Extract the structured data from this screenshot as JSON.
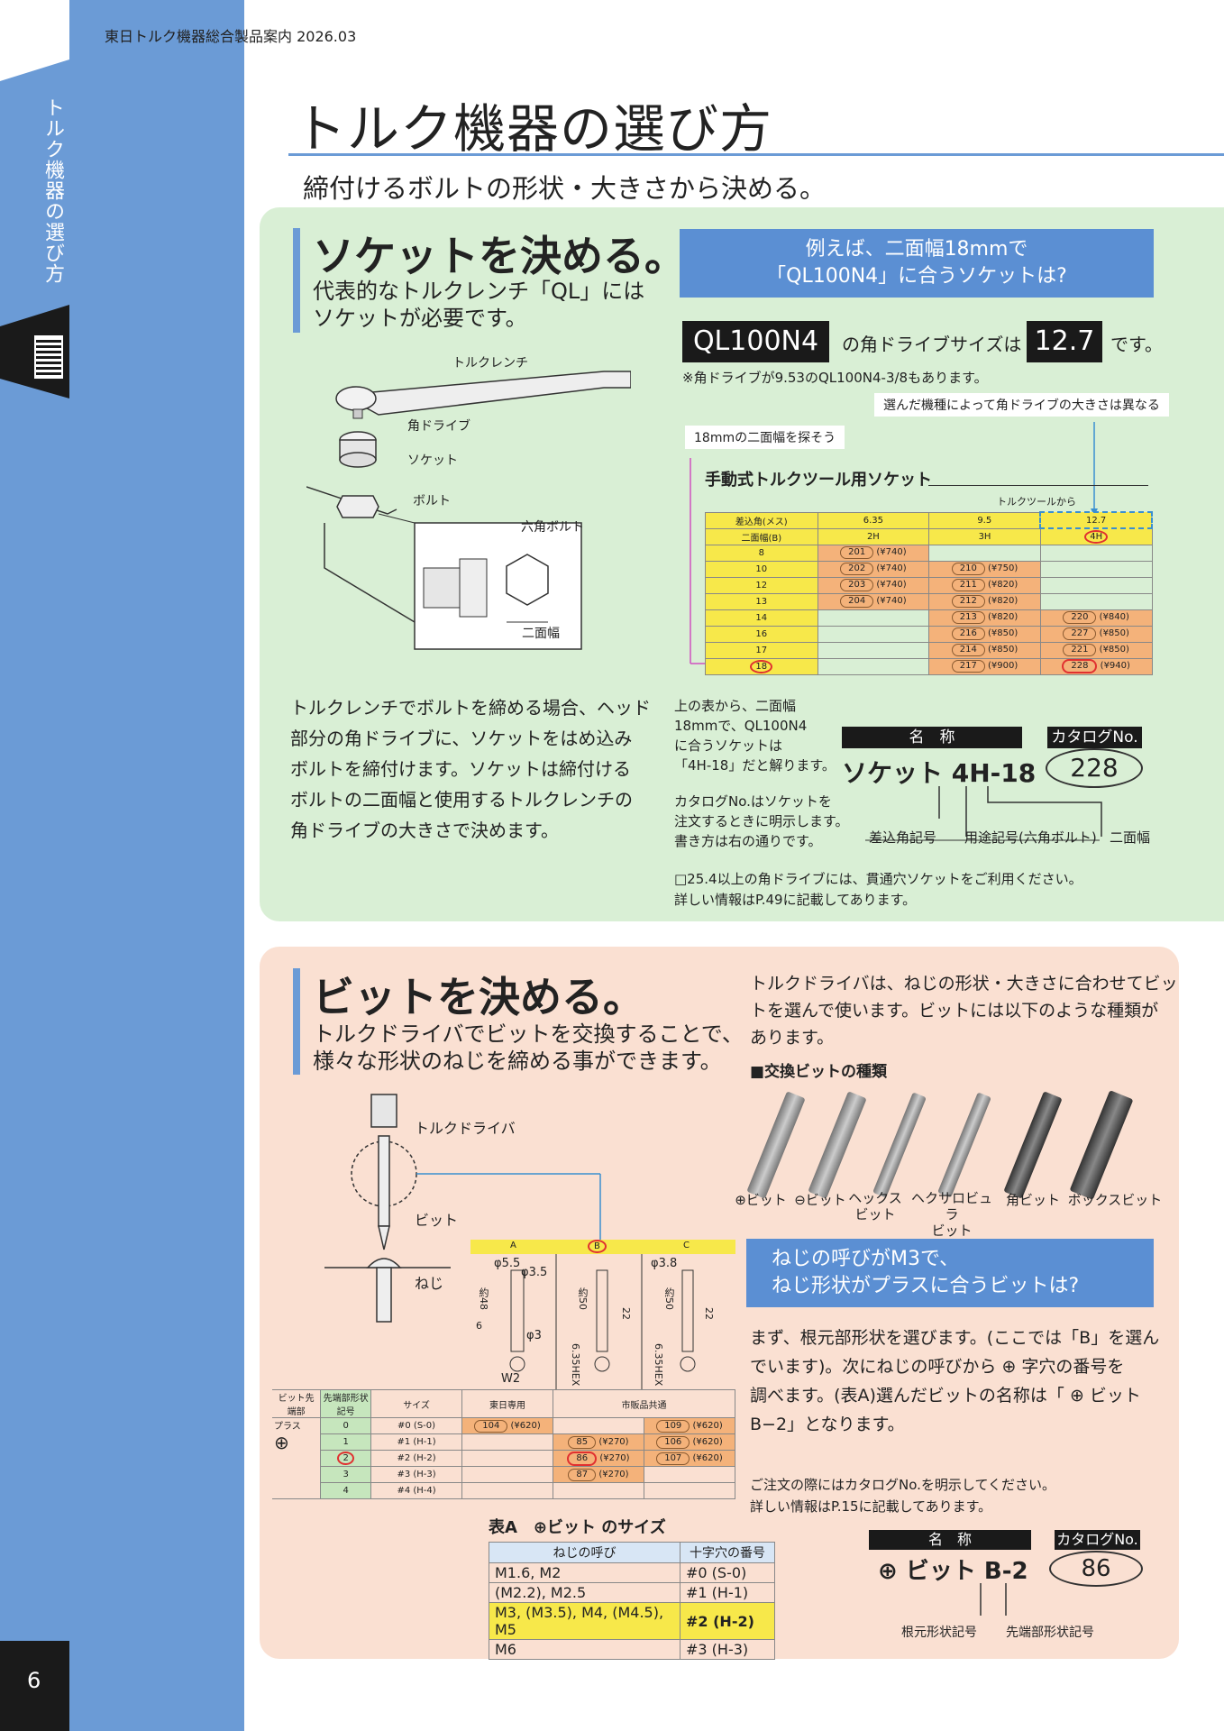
{
  "header": {
    "catalog": "東日トルク機器総合製品案内 2026.03"
  },
  "side": {
    "title": "トルク機器の選び方",
    "page": "6"
  },
  "title": "トルク機器の選び方",
  "subtitle": "締付けるボルトの形状・大きさから決める。",
  "socket": {
    "title": "ソケットを決める。",
    "desc1": "代表的なトルクレンチ「QL」には",
    "desc2": "ソケットが必要です。",
    "labels": {
      "wrench": "トルクレンチ",
      "drive": "角ドライブ",
      "socket": "ソケット",
      "bolt": "ボルト",
      "hexbolt": "六角ボルト",
      "width": "二面幅"
    },
    "body": [
      "トルクレンチでボルトを締める場合、ヘッド",
      "部分の角ドライブに、ソケットをはめ込み",
      "ボルトを締付けます。ソケットは締付ける",
      "ボルトの二面幅と使用するトルクレンチの",
      "角ドライブの大きさで決めます。"
    ],
    "example1": "例えば、二面幅18mmで",
    "example2": "「QL100N4」に合うソケットは?",
    "model": "QL100N4",
    "mid": "の角ドライブサイズは",
    "size": "12.7",
    "end": "です。",
    "note": "※角ドライブが9.53のQL100N4-3/8もあります。",
    "callout1": "選んだ機種によって角ドライブの大きさは異なる",
    "callout2": "18mmの二面幅を探そう",
    "table_title": "手動式トルクツール用ソケット",
    "table_from": "トルクツールから",
    "table_head": {
      "drive": "差込角(メス)",
      "width": "二面幅(B)",
      "c1": "6.35",
      "c2": "9.5",
      "c3": "12.7",
      "d1": "2H",
      "d2": "3H",
      "d3": "4H"
    },
    "rows": [
      {
        "w": "8",
        "a": "201",
        "ap": "(¥740)",
        "b": "",
        "bp": "",
        "c": "",
        "cp": ""
      },
      {
        "w": "10",
        "a": "202",
        "ap": "(¥740)",
        "b": "210",
        "bp": "(¥750)",
        "c": "",
        "cp": ""
      },
      {
        "w": "12",
        "a": "203",
        "ap": "(¥740)",
        "b": "211",
        "bp": "(¥820)",
        "c": "",
        "cp": ""
      },
      {
        "w": "13",
        "a": "204",
        "ap": "(¥740)",
        "b": "212",
        "bp": "(¥820)",
        "c": "",
        "cp": ""
      },
      {
        "w": "14",
        "a": "",
        "ap": "",
        "b": "213",
        "bp": "(¥820)",
        "c": "220",
        "cp": "(¥840)"
      },
      {
        "w": "16",
        "a": "",
        "ap": "",
        "b": "216",
        "bp": "(¥850)",
        "c": "227",
        "cp": "(¥850)"
      },
      {
        "w": "17",
        "a": "",
        "ap": "",
        "b": "214",
        "bp": "(¥850)",
        "c": "221",
        "cp": "(¥850)"
      },
      {
        "w": "18",
        "a": "",
        "ap": "",
        "b": "217",
        "bp": "(¥900)",
        "c": "228",
        "cp": "(¥940)"
      }
    ],
    "explain": [
      "上の表から、二面幅",
      "18mmで、QL100N4",
      "に合うソケットは",
      "「4H-18」だと解ります。"
    ],
    "explain2": [
      "カタログNo.はソケットを",
      "注文するときに明示します。",
      "書き方は右の通りです。"
    ],
    "name_label": "名　称",
    "cat_label": "カタログNo.",
    "name_value": "ソケット 4H-18",
    "cat_value": "228",
    "code1": "差込角記号",
    "code2": "用途記号(六角ボルト)",
    "code3": "二面幅",
    "foot1": "□25.4以上の角ドライブには、貫通穴ソケットをご利用ください。",
    "foot2": "詳しい情報はP.49に記載してあります。"
  },
  "bit": {
    "title": "ビットを決める。",
    "desc1": "トルクドライバでビットを交換することで、",
    "desc2": "様々な形状のねじを締める事ができます。",
    "intro": [
      "トルクドライバは、ねじの形状・大きさに合わせてビッ",
      "トを選んで使います。ビットには以下のような種類が",
      "あります。"
    ],
    "types_title": "■交換ビットの種類",
    "types": [
      "⊕ビット",
      "⊖ビット",
      "ヘックス\nビット",
      "ヘクサロビュラ\nビット",
      "角ビット",
      "ボックスビット"
    ],
    "labels": {
      "driver": "トルクドライバ",
      "bit": "ビット",
      "screw": "ねじ"
    },
    "cols": {
      "a": "A",
      "b": "B",
      "c": "C",
      "tohnichi": "東日専用",
      "market": "市販品共通"
    },
    "dims": {
      "a1": "φ5.5",
      "a2": "φ3.5",
      "a3": "約48",
      "a4": "6",
      "a5": "φ3",
      "a6": "W2",
      "b1": "約50",
      "b2": "22",
      "b3": "6.35HEX",
      "c1": "φ3.8",
      "c2": "約50",
      "c3": "22",
      "c4": "6.35HEX"
    },
    "thead": {
      "tip": "ビット先端部",
      "sym": "先端部形状記号",
      "size": "サイズ"
    },
    "plus": "プラス",
    "rows": [
      {
        "n": "0",
        "s": "#0 (S-0)",
        "a": "104",
        "ap": "(¥620)",
        "b": "",
        "bp": "",
        "c": "109",
        "cp": "(¥620)"
      },
      {
        "n": "1",
        "s": "#1 (H-1)",
        "a": "",
        "ap": "",
        "b": "85",
        "bp": "(¥270)",
        "c": "106",
        "cp": "(¥620)"
      },
      {
        "n": "2",
        "s": "#2 (H-2)",
        "a": "",
        "ap": "",
        "b": "86",
        "bp": "(¥270)",
        "c": "107",
        "cp": "(¥620)"
      },
      {
        "n": "3",
        "s": "#3 (H-3)",
        "a": "",
        "ap": "",
        "b": "87",
        "bp": "(¥270)",
        "c": "",
        "cp": ""
      },
      {
        "n": "4",
        "s": "#4 (H-4)",
        "a": "",
        "ap": "",
        "b": "",
        "bp": "",
        "c": "",
        "cp": ""
      }
    ],
    "question1": "ねじの呼びがM3で、",
    "question2": "ねじ形状がプラスに合うビットは?",
    "answer": [
      "まず、根元部形状を選びます。(ここでは「B」を選ん",
      "でいます)。次にねじの呼びから ⊕ 字穴の番号を",
      "調べます。(表A)選んだビットの名称は「 ⊕ ビット",
      "B−2」となります。"
    ],
    "order1": "ご注文の際にはカタログNo.を明示してください。",
    "order2": "詳しい情報はP.15に記載してあります。",
    "tableA_title": "表A　⊕ビット のサイズ",
    "tableA_head": [
      "ねじの呼び",
      "十字穴の番号"
    ],
    "tableA": [
      [
        "M1.6, M2",
        "#0 (S-0)"
      ],
      [
        "(M2.2), M2.5",
        "#1 (H-1)"
      ],
      [
        "M3, (M3.5), M4, (M4.5), M5",
        "#2 (H-2)"
      ],
      [
        "M6",
        "#3 (H-3)"
      ]
    ],
    "name_label": "名　称",
    "cat_label": "カタログNo.",
    "name_value": "⊕ ビット B-2",
    "cat_value": "86",
    "code1": "根元形状記号",
    "code2": "先端部形状記号"
  },
  "colors": {
    "accent": "#6b9bd6",
    "green": "#d9efd5",
    "pink": "#fae0d2",
    "yellow": "#f7e84a",
    "orange": "#f4b27a"
  }
}
